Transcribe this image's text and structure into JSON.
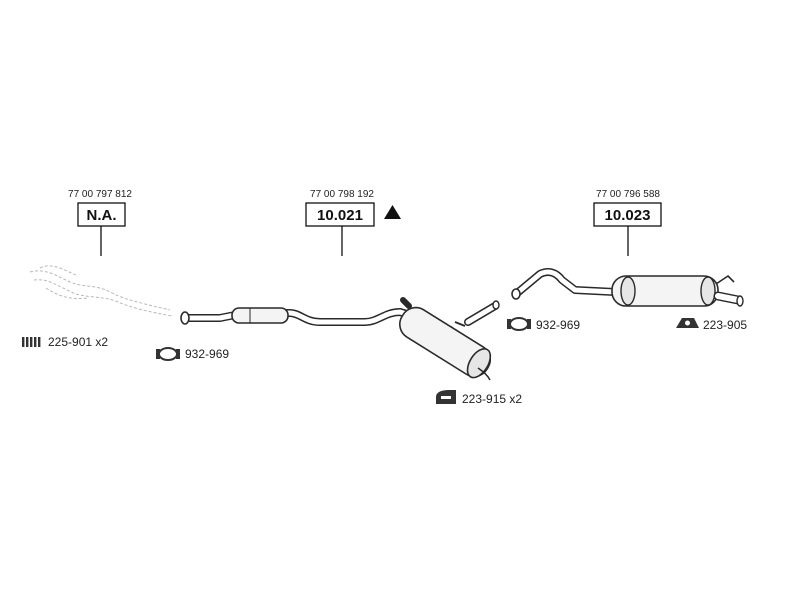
{
  "sections": [
    {
      "part_number": "77 00 797 812",
      "code": "N.A."
    },
    {
      "part_number": "77 00 798 192",
      "code": "10.021",
      "marker": "triangle"
    },
    {
      "part_number": "77 00 796 588",
      "code": "10.023"
    }
  ],
  "accessories": [
    {
      "icon": "spring-icon",
      "label": "225-901 x2"
    },
    {
      "icon": "clamp-icon",
      "label": "932-969"
    },
    {
      "icon": "clamp-icon",
      "label": "932-969"
    },
    {
      "icon": "mount-bracket-icon",
      "label": "223-905"
    },
    {
      "icon": "rubber-hanger-icon",
      "label": "223-915 x2"
    }
  ],
  "colors": {
    "line": "#2a2a2a",
    "icon_fill": "#333333",
    "ghost": "#b8b8b8"
  }
}
